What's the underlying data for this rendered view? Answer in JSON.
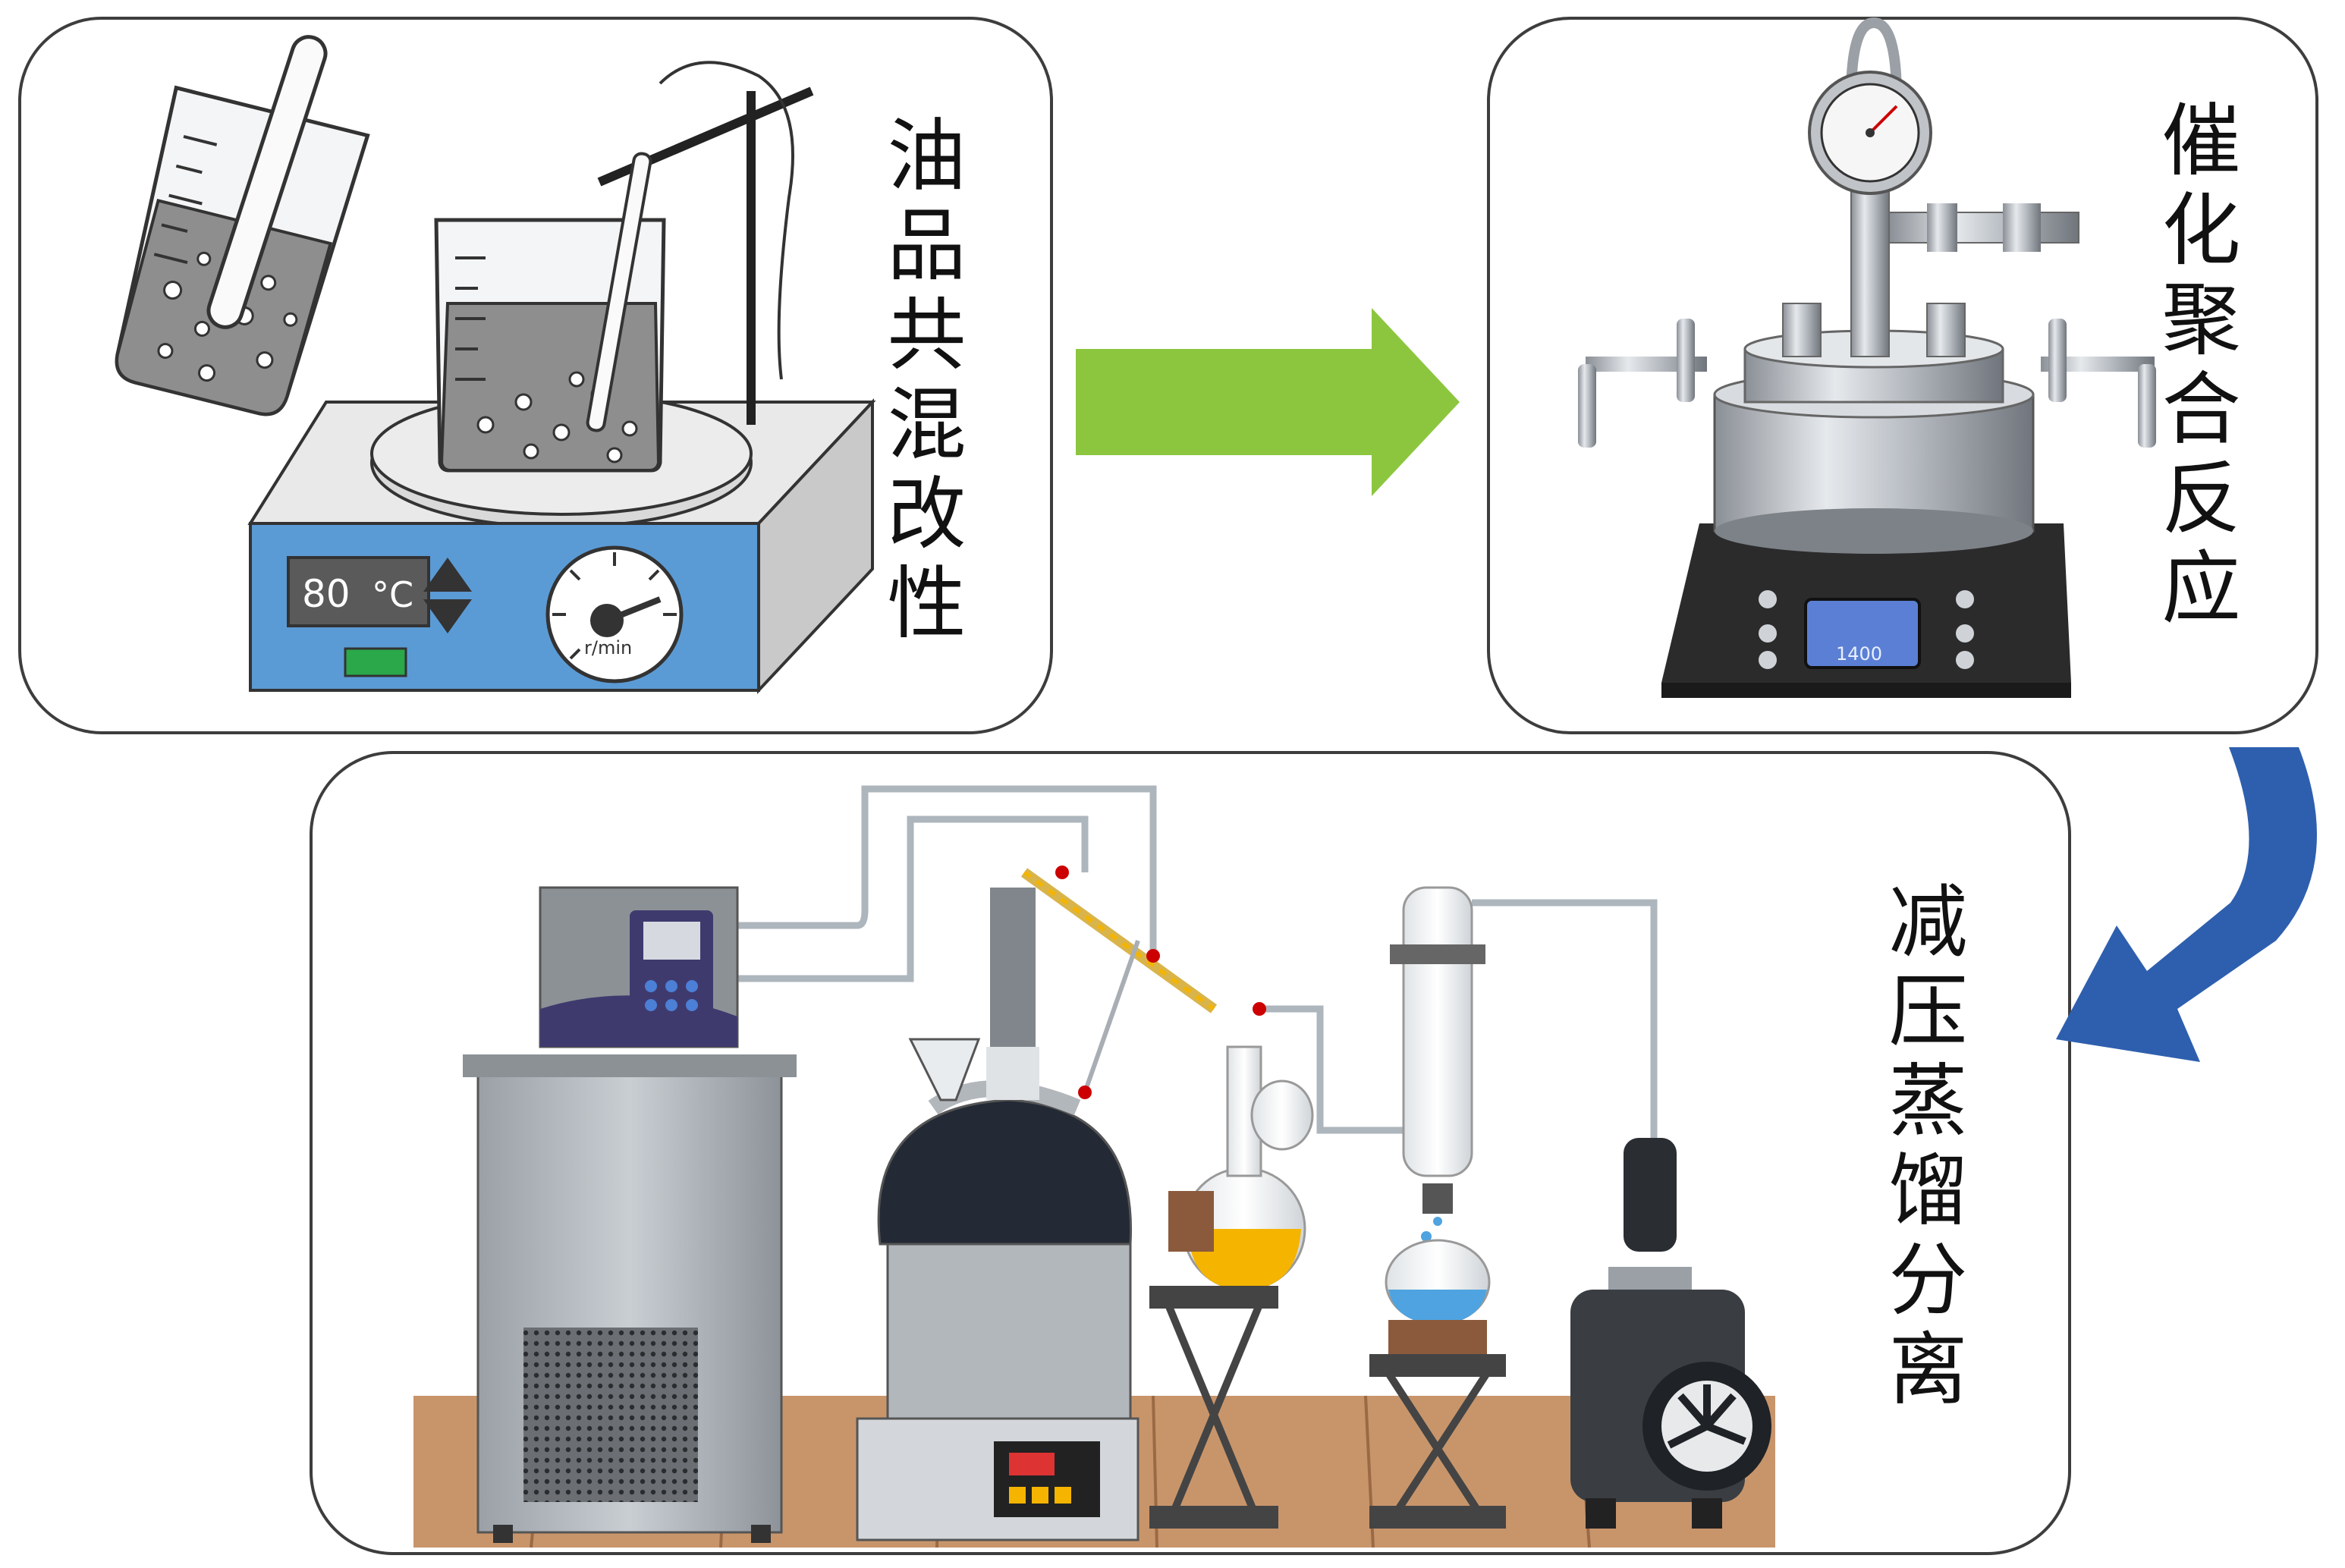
{
  "panels": [
    {
      "label": "油品共混改性",
      "display_value": "80",
      "display_unit": "°C",
      "dial_unit": "r/min"
    },
    {
      "label": "催化聚合反应",
      "screen_lines": [
        "",
        "",
        "1400"
      ]
    },
    {
      "label": "减压蒸馏分离"
    }
  ],
  "colors": {
    "flow_arrow_1": "#8cc63f",
    "flow_arrow_2": "#2e5fae",
    "panel_border": "#3d3d3d",
    "hotplate_blue": "#5b9bd5",
    "flask_oil": "#f4b400",
    "floor_wood": "#c8956b"
  },
  "icons": [
    "beaker-icon",
    "hotplate-stirrer-icon",
    "autoclave-reactor-icon",
    "chiller-icon",
    "heating-mantle-icon",
    "distillation-column-icon",
    "condenser-icon",
    "vacuum-pump-icon"
  ]
}
